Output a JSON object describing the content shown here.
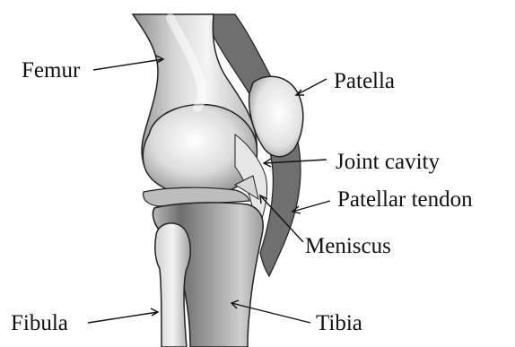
{
  "labels": {
    "femur": "Femur",
    "patella": "Patella",
    "joint_cavity": "Joint cavity",
    "patellar_tendon": "Patellar tendon",
    "meniscus": "Meniscus",
    "fibula": "Fibula",
    "tibia": "Tibia"
  },
  "colors": {
    "background": "#ffffff",
    "bone_light": "#f2f2f2",
    "bone_shade": "#9a9a9a",
    "tendon": "#6f6f6f",
    "outline": "#222222",
    "text": "#111111"
  }
}
